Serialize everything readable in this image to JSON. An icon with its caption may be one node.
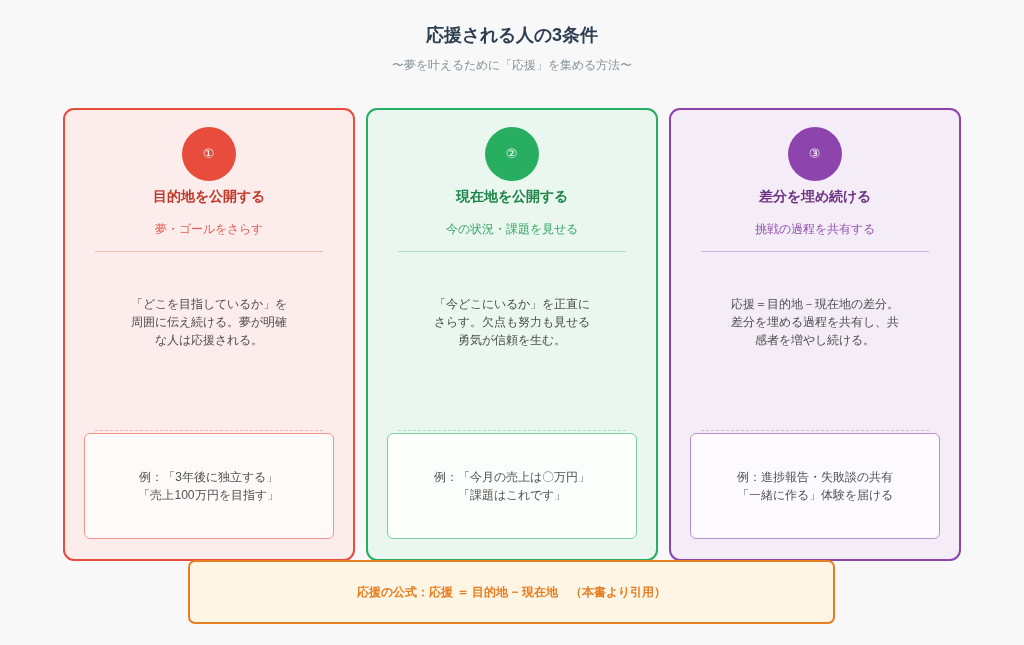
{
  "diagram": {
    "title": "応援される人の3条件",
    "nodes": [
      {
        "text": [
          "目的地を公開する",
          "夢・ゴールをさらす",
          "「どこを目指しているか」を周囲に伝え続ける。夢が明確な人は応援される。"
        ]
      },
      {
        "text": [
          "①"
        ],
        "in": 0
      },
      {
        "text": [
          "例：「3年後に独立する」「売上100万円を目指す」"
        ],
        "in": 0
      },
      {
        "text": [
          "現在地を公開する",
          "今の状況・課題を見せる",
          "「今どこにいるか」を正直にさらす。欠点も努力も見せる勇気が信頼を生む。"
        ]
      },
      {
        "text": [
          "②"
        ],
        "in": 3
      },
      {
        "text": [
          "例：「今月の売上は〇万円」「課題はこれです」"
        ],
        "in": 3
      },
      {
        "text": [
          "差分を埋め続ける",
          "挑戦の過程を共有する",
          "応援＝目的地－現在地の差分。差分を埋める過程を共有し、共感者を増やし続ける。"
        ]
      },
      {
        "text": [
          "③"
        ],
        "in": 6
      },
      {
        "text": [
          "例：進捗報告・失敗談の共有「一緒に作る」体験を届ける"
        ],
        "in": 6
      },
      {
        "text": [
          "応援の公式：応援 ＝ 目的地 − 現在地　（本書より引用）"
        ]
      }
    ],
    "labels": [
      "〜夢を叶えるために「応援」を集める方法〜"
    ]
  }
}
